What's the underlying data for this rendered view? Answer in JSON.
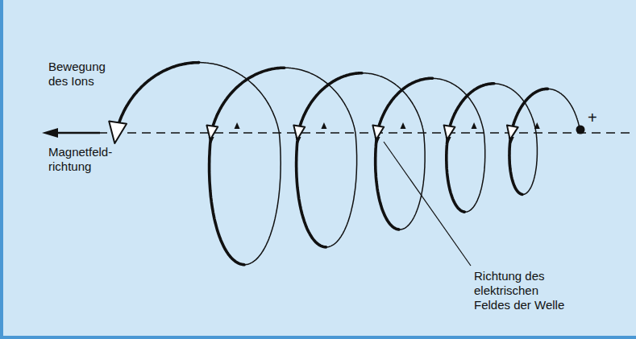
{
  "diagram": {
    "labels": [
      "Bewegung des Ions",
      "Magnetfeld- richtung",
      "Richtung des elektrischen Feldes der Welle",
      "+"
    ]
  }
}
